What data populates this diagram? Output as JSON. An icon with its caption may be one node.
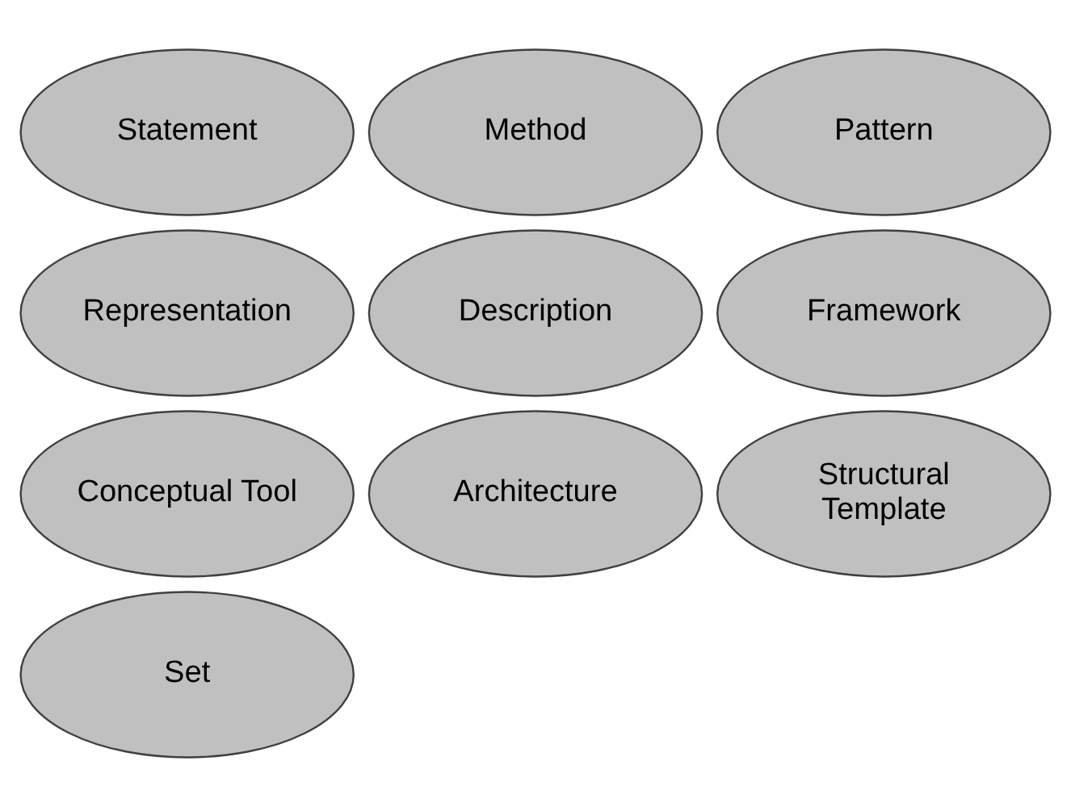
{
  "diagram": {
    "nodes": [
      {
        "text": [
          "Statement"
        ]
      },
      {
        "text": [
          "Method"
        ]
      },
      {
        "text": [
          "Pattern"
        ]
      },
      {
        "text": [
          "Representation"
        ]
      },
      {
        "text": [
          "Description"
        ]
      },
      {
        "text": [
          "Framework"
        ]
      },
      {
        "text": [
          "Conceptual Tool"
        ]
      },
      {
        "text": [
          "Architecture"
        ]
      },
      {
        "text": [
          "Structural Template"
        ]
      },
      {
        "text": [
          "Set"
        ]
      }
    ]
  }
}
